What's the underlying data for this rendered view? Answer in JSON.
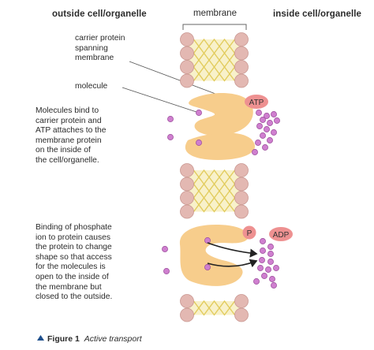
{
  "headings": {
    "outside": "outside cell/organelle",
    "membrane": "membrane",
    "inside": "inside cell/organelle"
  },
  "labels": {
    "carrier": [
      "carrier protein",
      "spanning",
      "membrane"
    ],
    "molecule": "molecule",
    "atp": "ATP",
    "p": "P",
    "adp": "ADP"
  },
  "steps": [
    [
      "Molecules bind to",
      "carrier protein and",
      "ATP attaches to the",
      "membrane protein",
      "on the inside of",
      "the cell/organelle."
    ],
    [
      "Binding of phosphate",
      "ion to protein causes",
      "the protein to change",
      "shape so that access",
      "for the molecules is",
      "open to the inside of",
      "the membrane but",
      "closed to the outside."
    ]
  ],
  "caption": {
    "figure": "Figure 1",
    "title": "Active transport"
  },
  "colors": {
    "head": "#e3b8b2",
    "head_stroke": "#c99690",
    "tail": "#f0e08a",
    "protein": "#f7cd8c",
    "atp": "#ee9191",
    "molecule": "#cf7fcf",
    "molecule_stroke": "#9a4c9a",
    "line": "#555555"
  }
}
